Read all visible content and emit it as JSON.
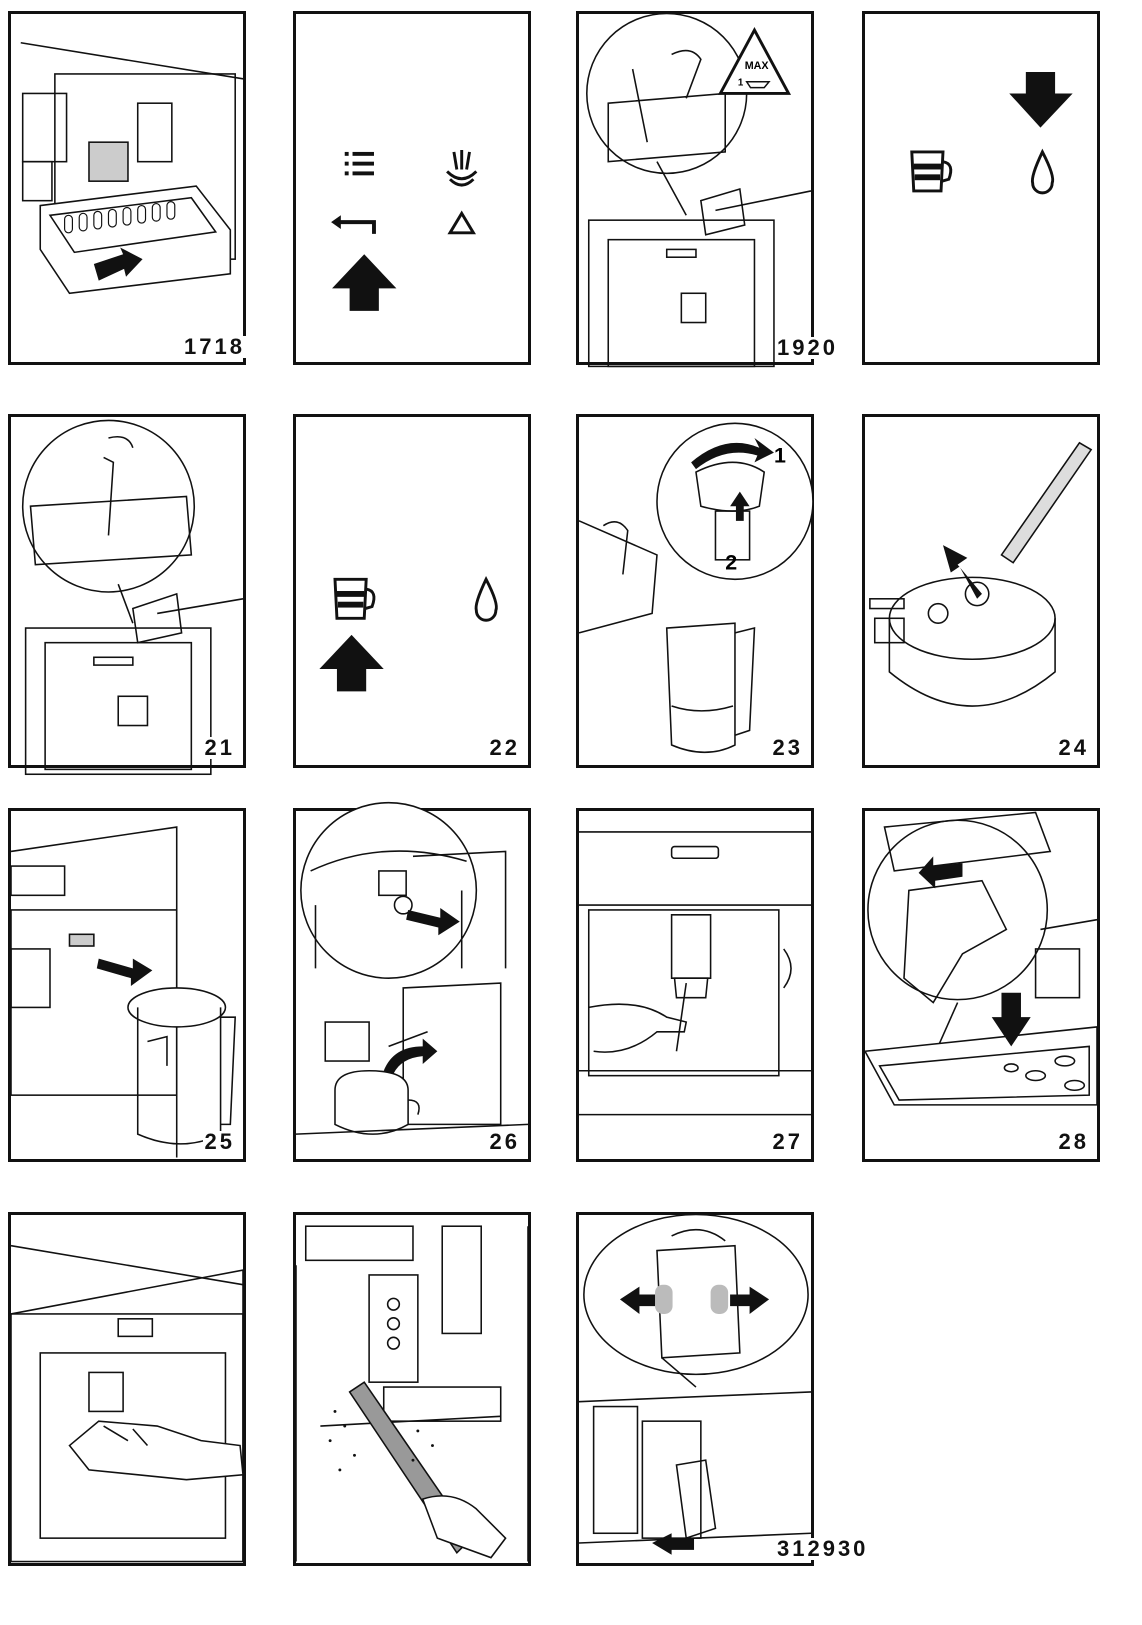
{
  "figures": [
    {
      "id": "p1",
      "label": "1718"
    },
    {
      "id": "p2",
      "label": ""
    },
    {
      "id": "p3",
      "label": "1920",
      "badge_top": "MAX",
      "badge_bottom": "1"
    },
    {
      "id": "p4",
      "label": ""
    },
    {
      "id": "p5",
      "label": "21"
    },
    {
      "id": "p6",
      "label": "22"
    },
    {
      "id": "p7",
      "label": "23",
      "step_1": "1",
      "step_2": "2"
    },
    {
      "id": "p8",
      "label": "24"
    },
    {
      "id": "p9",
      "label": "25"
    },
    {
      "id": "p10",
      "label": "26"
    },
    {
      "id": "p11",
      "label": "27"
    },
    {
      "id": "p12",
      "label": "28"
    },
    {
      "id": "p13",
      "label": ""
    },
    {
      "id": "p14",
      "label": ""
    },
    {
      "id": "p15",
      "label": "312930"
    }
  ],
  "icons": {
    "p2": [
      "menu-list-icon",
      "steam-icon",
      "back-arrow-icon",
      "descale-triangle-icon",
      "up-arrow-icon"
    ],
    "p4": [
      "down-arrow-icon",
      "milk-jug-icon",
      "water-drop-icon"
    ],
    "p6": [
      "milk-jug-icon",
      "water-drop-icon",
      "up-arrow-icon"
    ]
  },
  "colors": {
    "ink": "#111111",
    "grey": "#888888",
    "light": "#d8d8d8",
    "paper": "#ffffff"
  }
}
